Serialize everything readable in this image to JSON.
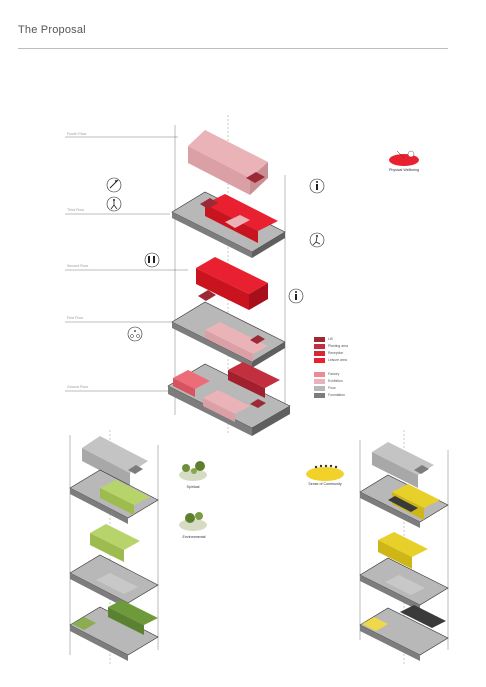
{
  "header": {
    "title": "The Proposal"
  },
  "floors": {
    "fourth": "Fourth Floor",
    "third": "Third Floor",
    "second": "Second Floor",
    "first": "First Floor",
    "ground": "Ground Floor"
  },
  "legend": {
    "items": [
      {
        "label": "Lift",
        "color": "#9b2a36"
      },
      {
        "label": "Planting area",
        "color": "#c23040"
      },
      {
        "label": "Reception",
        "color": "#d92637"
      },
      {
        "label": "Leisure area",
        "color": "#e8202f"
      },
      {
        "label": "Factory",
        "color": "#ec8b95"
      },
      {
        "label": "Exhibition",
        "color": "#eab3b8"
      },
      {
        "label": "Floor",
        "color": "#b8b8b8"
      },
      {
        "label": "Foundation",
        "color": "#7d7d7d"
      }
    ]
  },
  "badges": {
    "physical": "Physical Wellbeing",
    "spiritual": "Spiritual",
    "environmental": "Environmental",
    "community": "Sense of Community"
  }
}
